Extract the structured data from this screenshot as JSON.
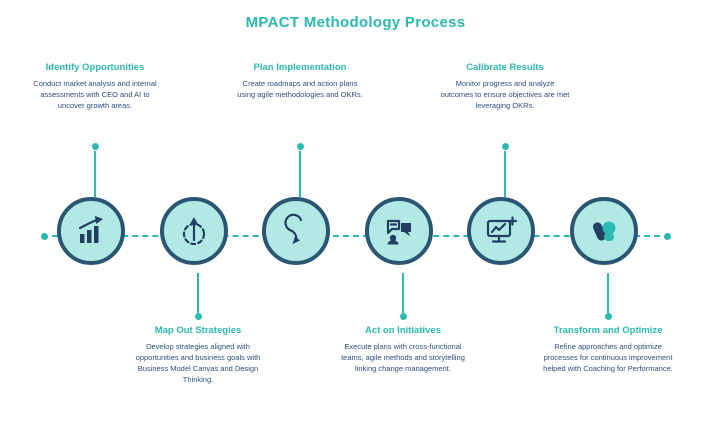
{
  "title": "MPACT Methodology Process",
  "colors": {
    "accent": "#2CB9B0",
    "navy": "#2D4E7E",
    "icon": "#223F63",
    "circle-fill": "#B2E9E5",
    "circle-ring": "#2A5674",
    "bg": "#FFFFFF"
  },
  "steps": [
    {
      "id": 1,
      "position": "top",
      "title": "Identify Opportunities",
      "description": "Conduct market analysis and internal assessments with CEO and AI to uncover growth areas.",
      "icon": "bar-chart-growth-icon"
    },
    {
      "id": 2,
      "position": "bottom",
      "title": "Map Out Strategies",
      "description": "Develop strategies aligned with opportunities and business goals with Business Model Canvas and Design Thinking.",
      "icon": "circular-strategy-arrow-icon"
    },
    {
      "id": 3,
      "position": "top",
      "title": "Plan Implementation",
      "description": "Create roadmaps and action plans using agile methodologies and OKRs.",
      "icon": "agile-iteration-icon"
    },
    {
      "id": 4,
      "position": "bottom",
      "title": "Act on Initiatives",
      "description": "Execute plans with cross-functional teams, agile methods and storytelling linking change management.",
      "icon": "discussion-bubbles-icon"
    },
    {
      "id": 5,
      "position": "top",
      "title": "Calibrate Results",
      "description": "Monitor progress and analyze outcomes to ensure objectives are met leveraging OKRs.",
      "icon": "monitor-analytics-icon"
    },
    {
      "id": 6,
      "position": "bottom",
      "title": "Transform and Optimize",
      "description": "Refine approaches and optimize processes for continuous improvement helped with Coaching for Performance.",
      "icon": "transform-shape-icon"
    }
  ]
}
